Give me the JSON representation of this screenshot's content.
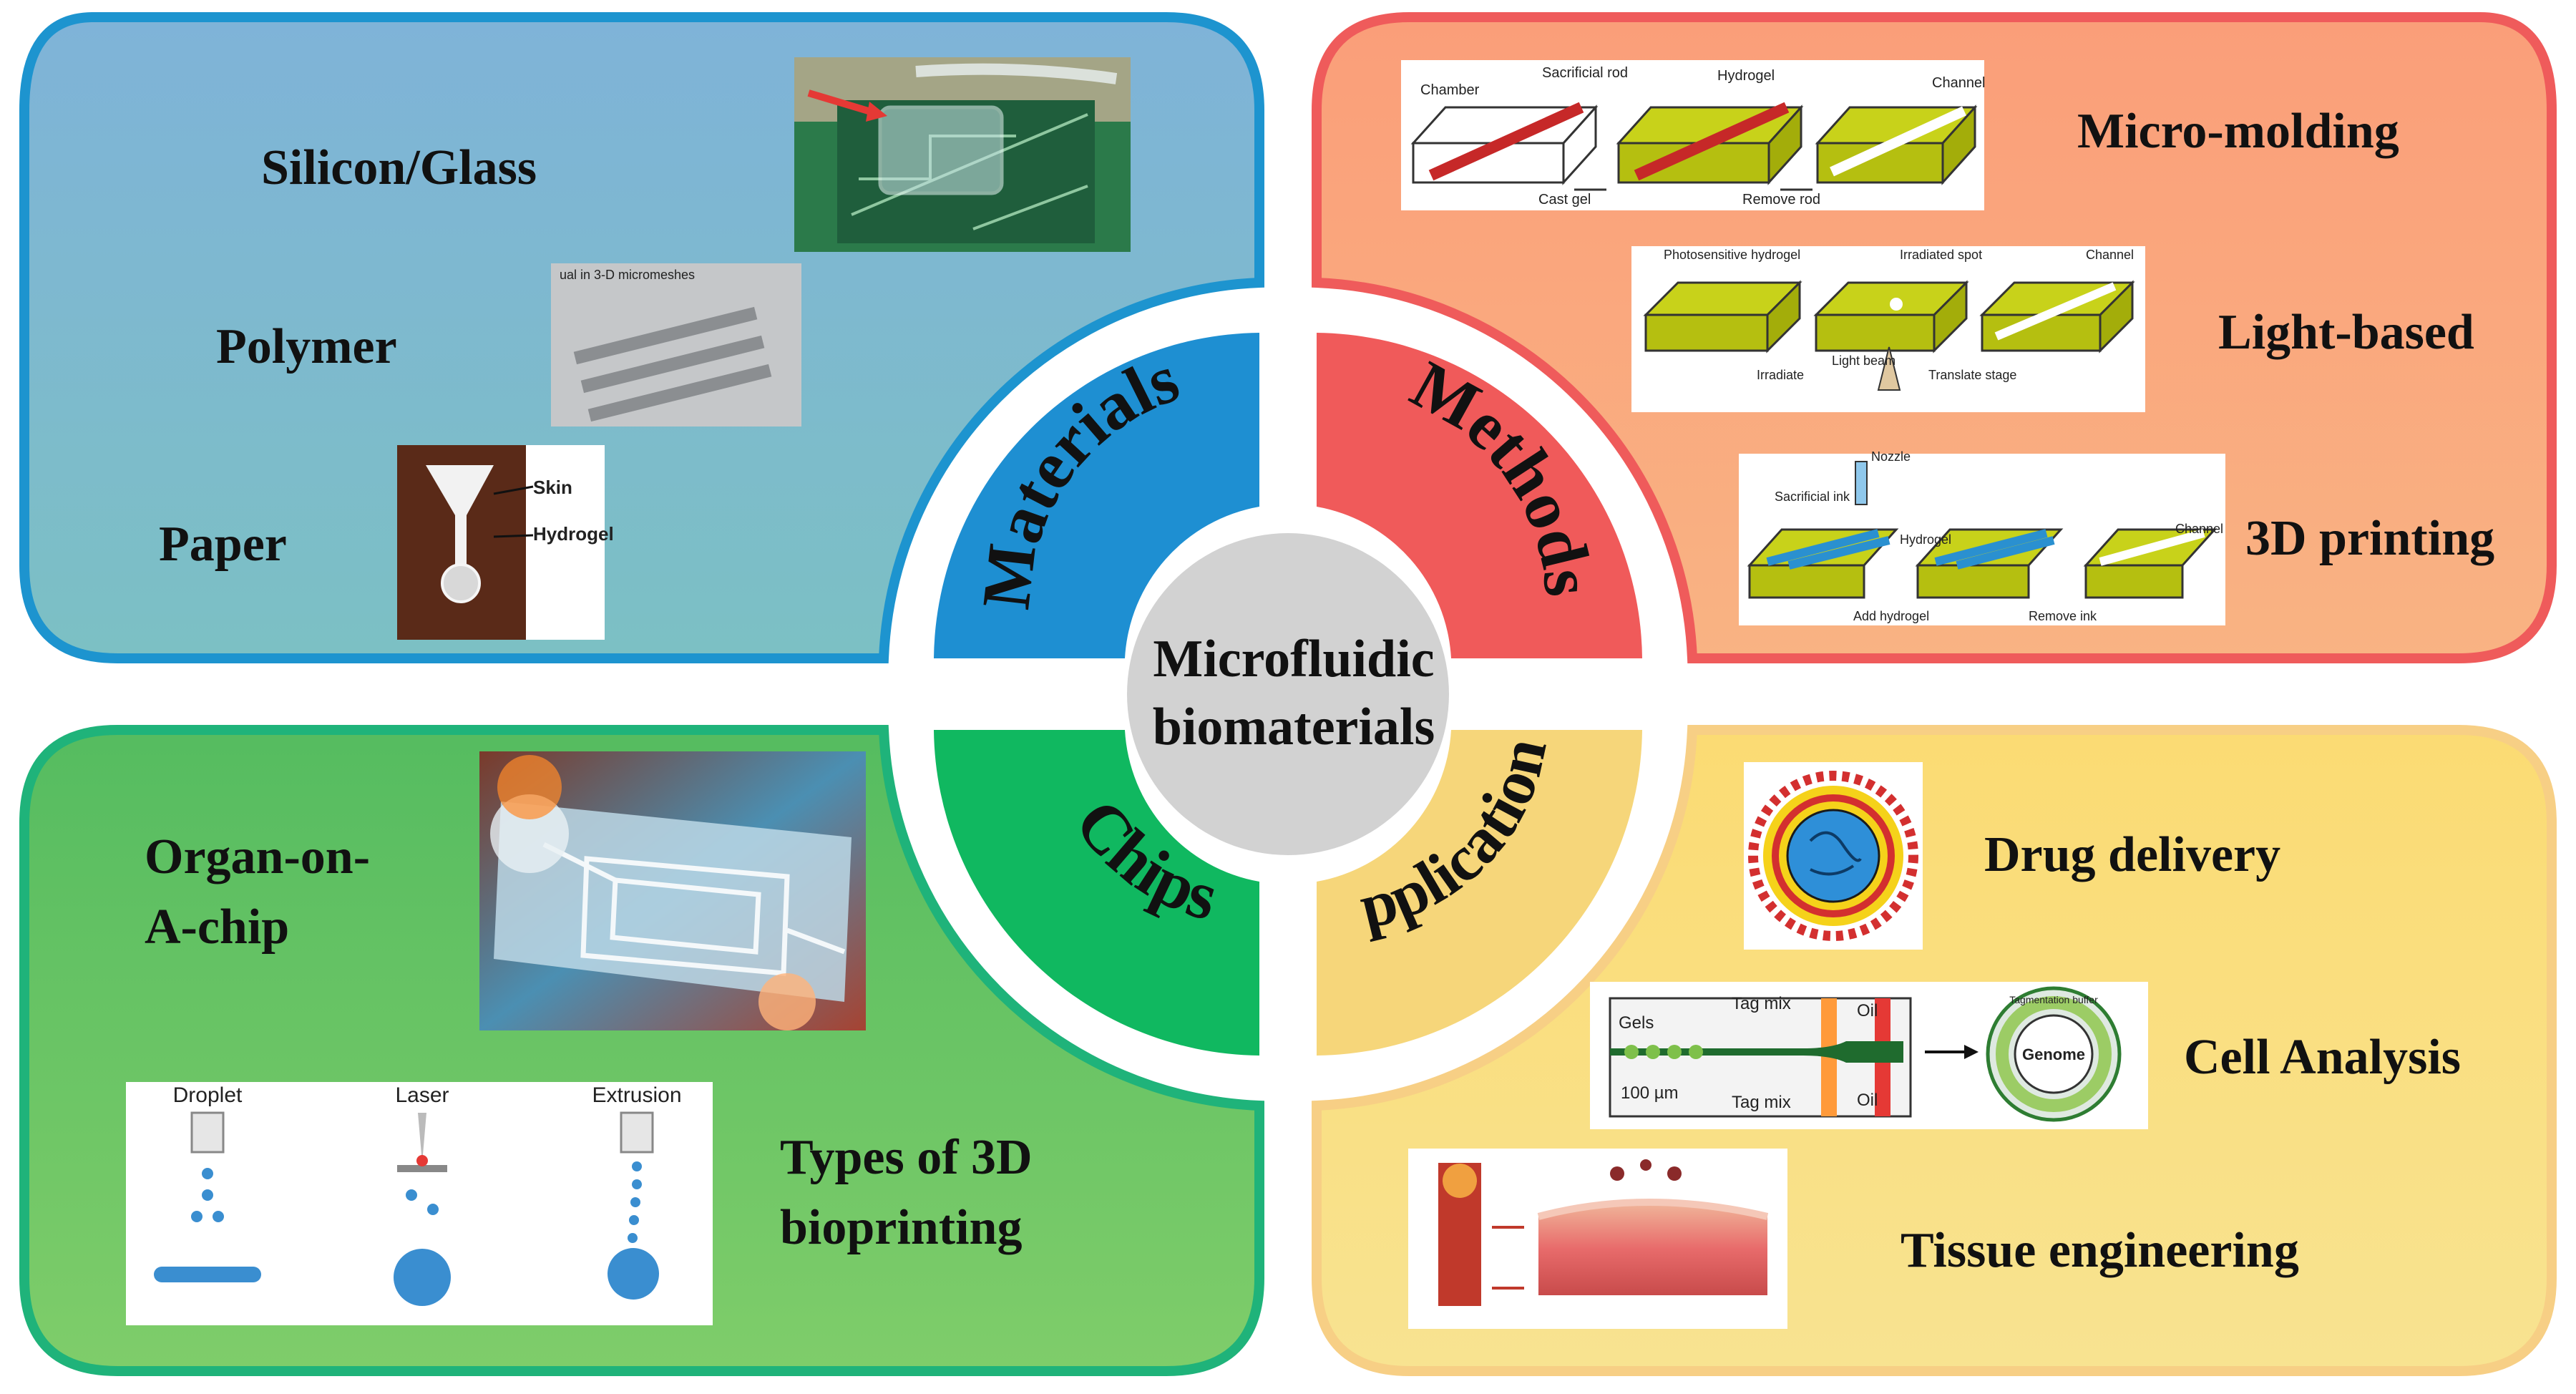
{
  "center": {
    "line1": "Microfluidic",
    "line2": "biomaterials"
  },
  "ring": {
    "materials": "Materials",
    "methods": "Methods",
    "chips": "Chips",
    "applications": "Applications"
  },
  "colors": {
    "materials": "#1e8fd2",
    "methods": "#f05a5a",
    "chips": "#10b860",
    "applications": "#f6d67a",
    "center": "#d2d2d2"
  },
  "materials": {
    "items": [
      "Silicon/Glass",
      "Polymer",
      "Paper"
    ],
    "micrograph_caption": "ual in 3-D micromeshes",
    "paper_device_labels": {
      "skin": "Skin",
      "hydrogel": "Hydrogel"
    }
  },
  "methods": {
    "items": [
      "Micro-molding",
      "Light-based",
      "3D printing"
    ],
    "molding_labels": [
      "Chamber",
      "Sacrificial rod",
      "Hydrogel",
      "Channel",
      "Cast gel",
      "Remove rod"
    ],
    "light_labels": [
      "Photosensitive hydrogel",
      "Irradiated spot",
      "Channel",
      "Irradiate",
      "Translate stage",
      "Light beam"
    ],
    "printing_labels": [
      "Nozzle",
      "Sacrificial ink",
      "Hydrogel",
      "Channel",
      "Add hydrogel",
      "Remove ink"
    ]
  },
  "chips": {
    "organ_line1": "Organ-on-",
    "organ_line2": "A-chip",
    "bio_line1": "Types of 3D",
    "bio_line2": "bioprinting",
    "bioprint_types": [
      "Droplet",
      "Laser",
      "Extrusion"
    ]
  },
  "applications": {
    "items": [
      "Drug delivery",
      "Cell Analysis",
      "Tissue engineering"
    ],
    "cell_labels": {
      "gels": "Gels",
      "tagmix": "Tag mix",
      "oil": "Oil",
      "scale": "100 µm",
      "genome": "Genome",
      "buffer": "Tagmentation buffer"
    }
  }
}
